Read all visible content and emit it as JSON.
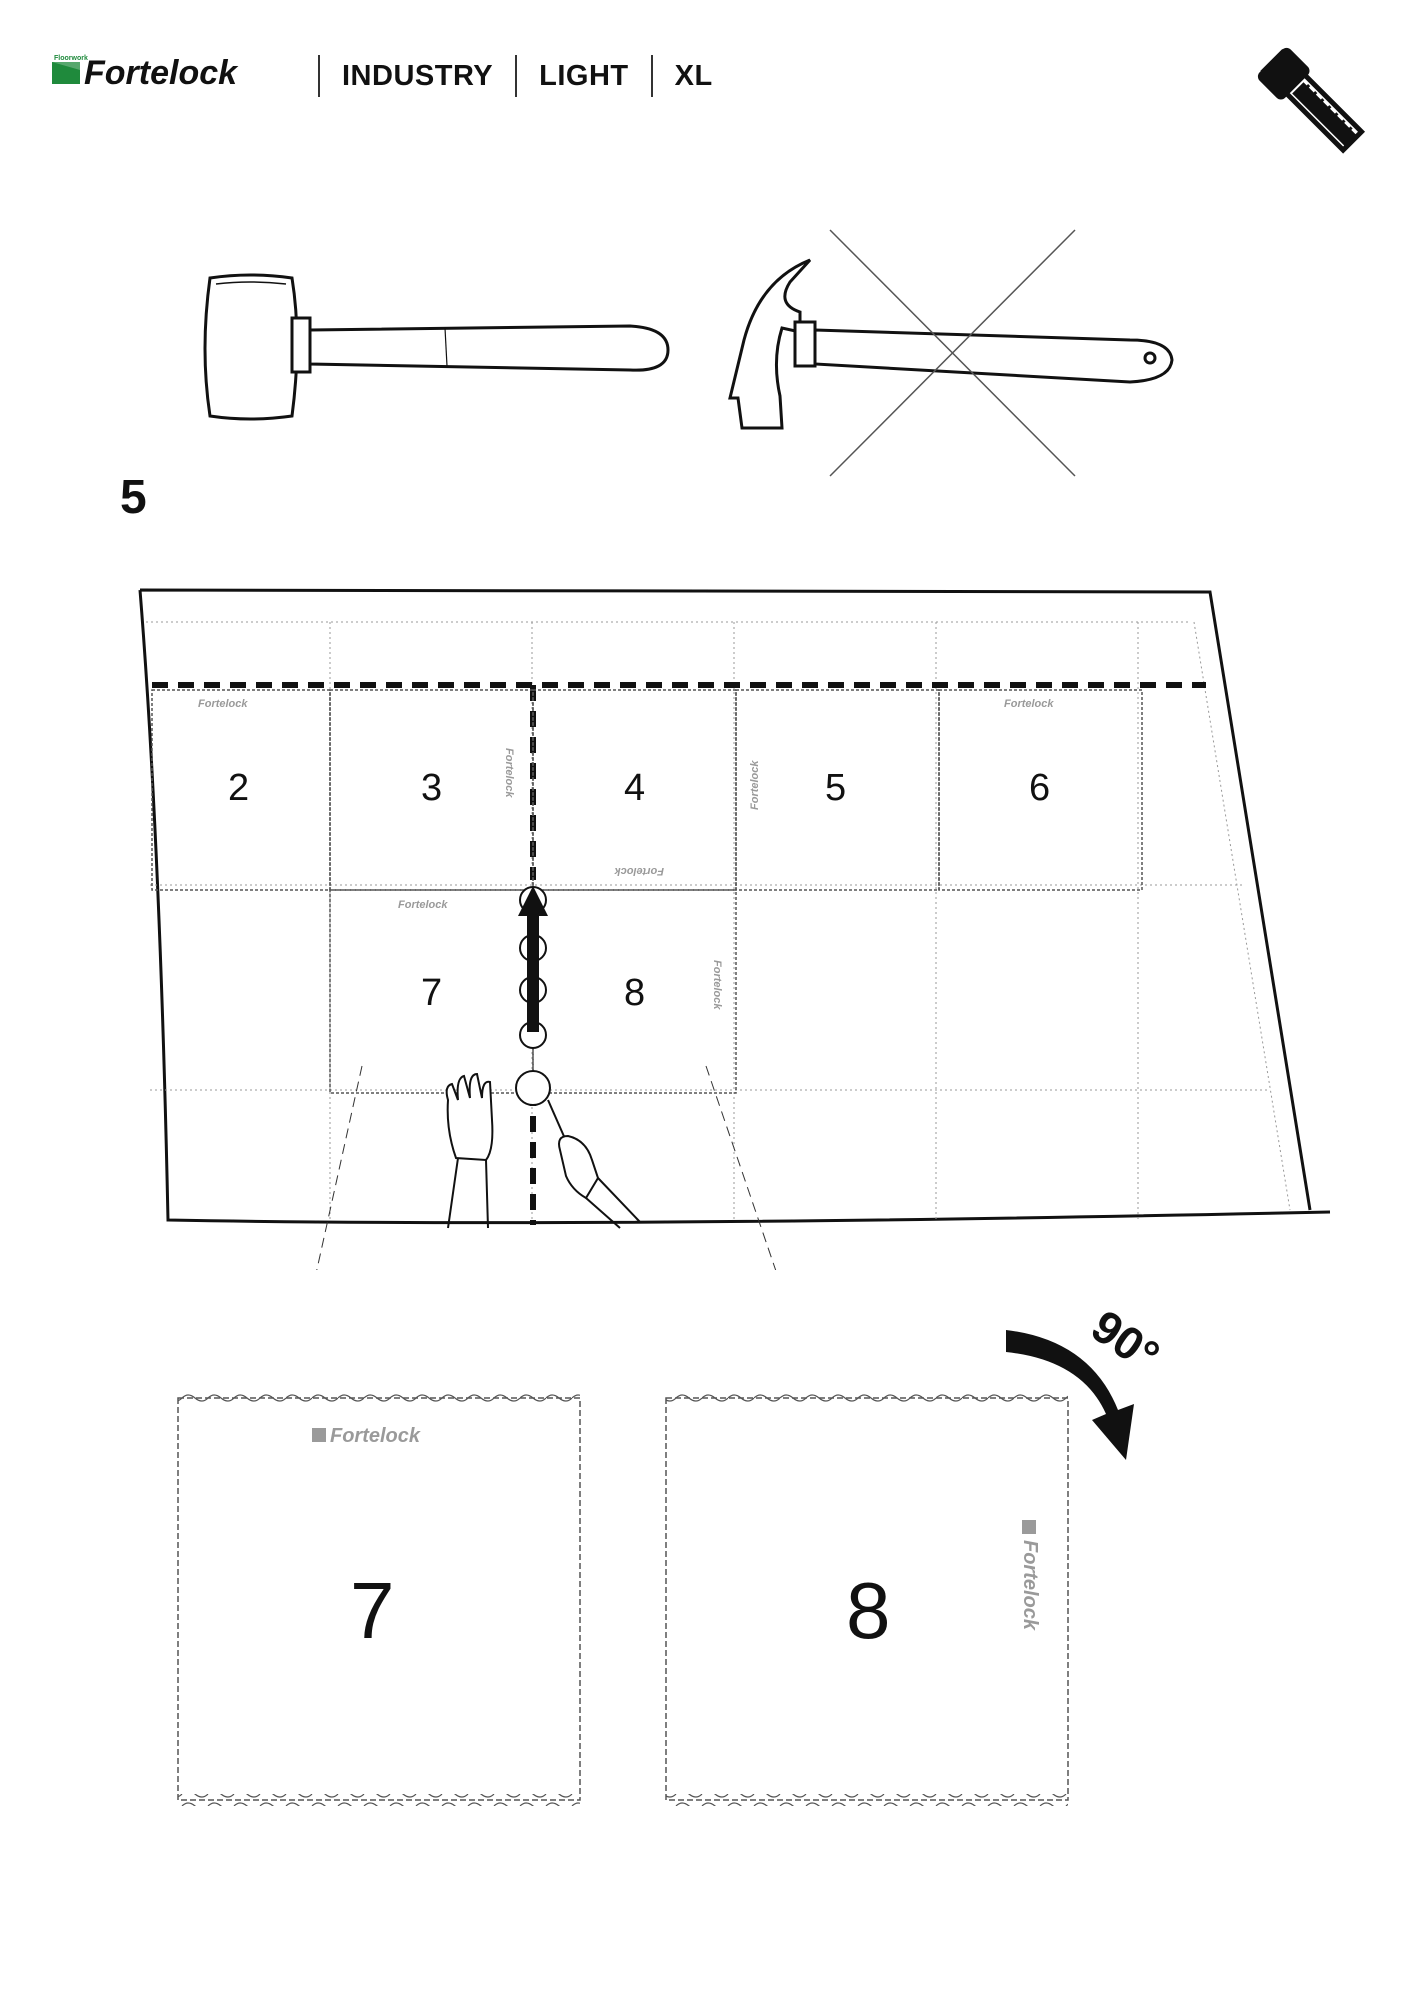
{
  "header": {
    "brand_small": "Floorwork",
    "brand": "Fortelock",
    "nav": [
      "INDUSTRY",
      "LIGHT",
      "XL"
    ]
  },
  "step": {
    "number": "5"
  },
  "diagram": {
    "top_row_tiles": [
      "2",
      "3",
      "4",
      "5",
      "6"
    ],
    "bottom_row_tiles": [
      "7",
      "8"
    ],
    "tile_logo": "Fortelock"
  },
  "details": {
    "tiles": [
      {
        "number": "7",
        "logo": "Fortelock"
      },
      {
        "number": "8",
        "logo": "Fortelock"
      }
    ],
    "rotation": "90°"
  },
  "icons": [
    "ruler-hammer-icon",
    "rubber-mallet-icon",
    "claw-hammer-icon",
    "cross-out-icon",
    "rotate-arrow-icon",
    "up-arrow-icon",
    "hand-icon"
  ],
  "colors": {
    "brand_green": "#1f8a3c",
    "ink": "#111111",
    "logo_grey": "#9a9a9a"
  }
}
